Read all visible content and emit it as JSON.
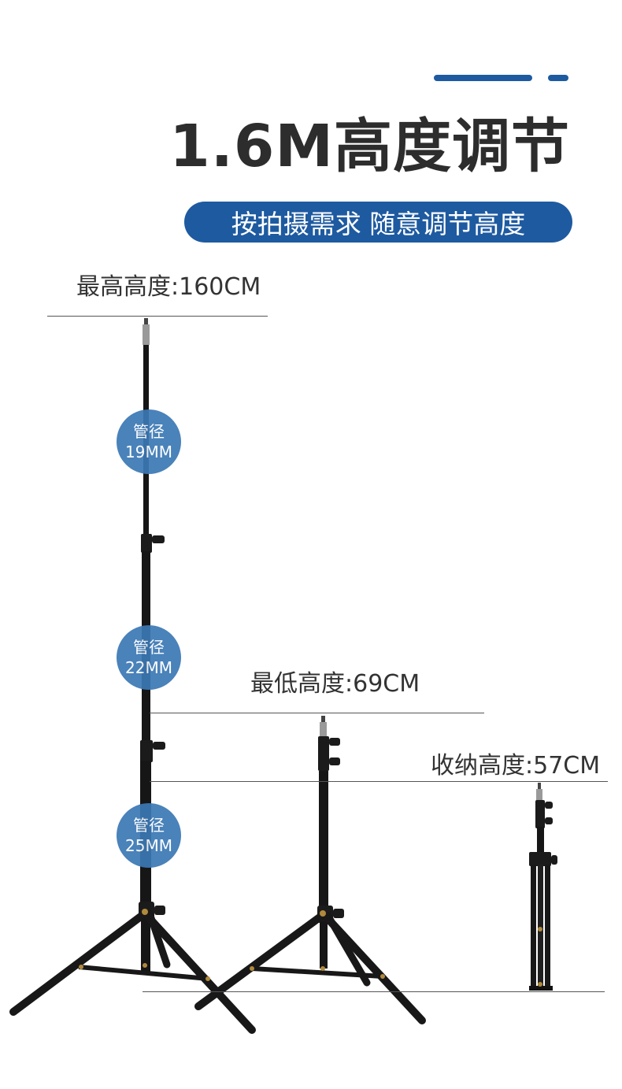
{
  "header": {
    "title": "1.6M高度调节",
    "subtitle": "按拍摄需求 随意调节高度"
  },
  "heights": {
    "max_label": "最高高度:160CM",
    "min_label": "最低高度:69CM",
    "stored_label": "收纳高度:57CM"
  },
  "tubes": [
    {
      "label": "管径",
      "size": "19MM"
    },
    {
      "label": "管径",
      "size": "22MM"
    },
    {
      "label": "管径",
      "size": "25MM"
    }
  ],
  "colors": {
    "accent": "#1e5aa0",
    "circle": "#3b78b5",
    "text": "#2d2d2d"
  }
}
